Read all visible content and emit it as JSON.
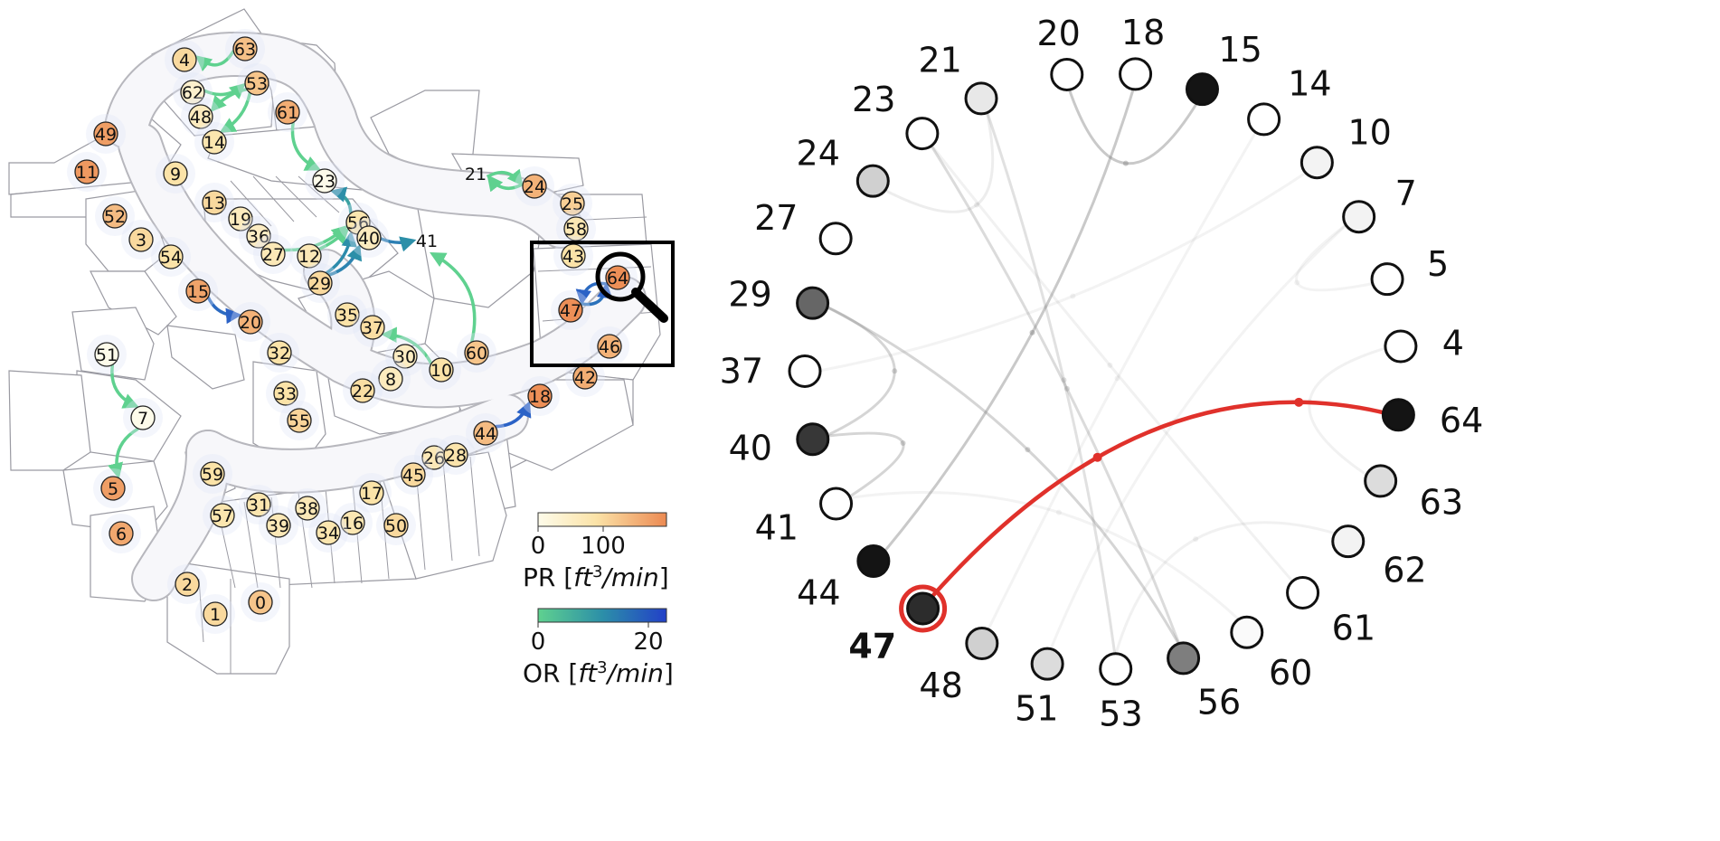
{
  "colors": {
    "flow_green": "#5fd18f",
    "flow_blue": "#2b62c6",
    "highlight_red": "#e0312b",
    "pr_low": "#fdf8d8",
    "pr_high": "#ec8a52"
  },
  "icons": {
    "zoom": "magnifier-icon"
  },
  "map_nodes": [
    {
      "id": "4",
      "pr": 100
    },
    {
      "id": "63",
      "pr": 125
    },
    {
      "id": "62",
      "pr": 40
    },
    {
      "id": "53",
      "pr": 120
    },
    {
      "id": "48",
      "pr": 60
    },
    {
      "id": "14",
      "pr": 80
    },
    {
      "id": "61",
      "pr": 145
    },
    {
      "id": "49",
      "pr": 160
    },
    {
      "id": "11",
      "pr": 165
    },
    {
      "id": "9",
      "pr": 90
    },
    {
      "id": "23",
      "pr": 0
    },
    {
      "id": "21",
      "pr": null
    },
    {
      "id": "24",
      "pr": 140
    },
    {
      "id": "25",
      "pr": 110
    },
    {
      "id": "58",
      "pr": 75
    },
    {
      "id": "43",
      "pr": 90
    },
    {
      "id": "13",
      "pr": 100
    },
    {
      "id": "19",
      "pr": 60
    },
    {
      "id": "36",
      "pr": 55
    },
    {
      "id": "27",
      "pr": 70
    },
    {
      "id": "12",
      "pr": 70
    },
    {
      "id": "56",
      "pr": 80
    },
    {
      "id": "40",
      "pr": 60
    },
    {
      "id": "41",
      "pr": null
    },
    {
      "id": "52",
      "pr": 130
    },
    {
      "id": "3",
      "pr": 100
    },
    {
      "id": "54",
      "pr": 90
    },
    {
      "id": "29",
      "pr": 100
    },
    {
      "id": "64",
      "pr": 175
    },
    {
      "id": "47",
      "pr": 175
    },
    {
      "id": "15",
      "pr": 155
    },
    {
      "id": "20",
      "pr": 140
    },
    {
      "id": "35",
      "pr": 90
    },
    {
      "id": "37",
      "pr": 95
    },
    {
      "id": "46",
      "pr": 140
    },
    {
      "id": "51",
      "pr": 0
    },
    {
      "id": "32",
      "pr": 90
    },
    {
      "id": "30",
      "pr": 55
    },
    {
      "id": "10",
      "pr": 90
    },
    {
      "id": "60",
      "pr": 120
    },
    {
      "id": "8",
      "pr": 60
    },
    {
      "id": "22",
      "pr": 95
    },
    {
      "id": "42",
      "pr": 145
    },
    {
      "id": "33",
      "pr": 90
    },
    {
      "id": "55",
      "pr": 105
    },
    {
      "id": "18",
      "pr": 175
    },
    {
      "id": "7",
      "pr": 0
    },
    {
      "id": "44",
      "pr": 130
    },
    {
      "id": "26",
      "pr": 70
    },
    {
      "id": "28",
      "pr": 85
    },
    {
      "id": "45",
      "pr": 100
    },
    {
      "id": "59",
      "pr": 90
    },
    {
      "id": "17",
      "pr": 90
    },
    {
      "id": "31",
      "pr": 80
    },
    {
      "id": "57",
      "pr": 80
    },
    {
      "id": "38",
      "pr": 70
    },
    {
      "id": "39",
      "pr": 70
    },
    {
      "id": "16",
      "pr": 75
    },
    {
      "id": "34",
      "pr": 80
    },
    {
      "id": "50",
      "pr": 100
    },
    {
      "id": "5",
      "pr": 160
    },
    {
      "id": "6",
      "pr": 150
    },
    {
      "id": "2",
      "pr": 100
    },
    {
      "id": "1",
      "pr": 100
    },
    {
      "id": "0",
      "pr": 120
    }
  ],
  "map_flows": [
    {
      "from": "63",
      "to": "4",
      "or": 0
    },
    {
      "from": "62",
      "to": "53",
      "or": 0
    },
    {
      "from": "53",
      "to": "48",
      "or": 0
    },
    {
      "from": "53",
      "to": "14",
      "or": 0
    },
    {
      "from": "61",
      "to": "23",
      "or": 0
    },
    {
      "from": "56",
      "to": "23",
      "or": 8
    },
    {
      "from": "21",
      "to": "24",
      "or": 0
    },
    {
      "from": "24",
      "to": "21",
      "or": 0
    },
    {
      "from": "12",
      "to": "56",
      "or": 0
    },
    {
      "from": "27",
      "to": "56",
      "or": 0
    },
    {
      "from": "29",
      "to": "56",
      "or": 12
    },
    {
      "from": "29",
      "to": "40",
      "or": 14
    },
    {
      "from": "40",
      "to": "41",
      "or": 15
    },
    {
      "from": "60",
      "to": "41",
      "or": 0
    },
    {
      "from": "64",
      "to": "47",
      "or": 20
    },
    {
      "from": "47",
      "to": "64",
      "or": 18
    },
    {
      "from": "15",
      "to": "20",
      "or": 20
    },
    {
      "from": "10",
      "to": "37",
      "or": 0
    },
    {
      "from": "51",
      "to": "7",
      "or": 0
    },
    {
      "from": "7",
      "to": "5",
      "or": 0
    },
    {
      "from": "44",
      "to": "18",
      "or": 22
    }
  ],
  "legend_pr": {
    "label": "PR [ft3/min]",
    "ticks": [
      "0",
      "100"
    ]
  },
  "legend_or": {
    "label": "OR [ft3/min]",
    "ticks": [
      "0",
      "20"
    ]
  },
  "circle_nodes": [
    {
      "id": "20",
      "shade": 0.0
    },
    {
      "id": "18",
      "shade": 0.0
    },
    {
      "id": "15",
      "shade": 1.0
    },
    {
      "id": "14",
      "shade": 0.0
    },
    {
      "id": "10",
      "shade": 0.05
    },
    {
      "id": "7",
      "shade": 0.05
    },
    {
      "id": "5",
      "shade": 0.0
    },
    {
      "id": "4",
      "shade": 0.0
    },
    {
      "id": "64",
      "shade": 1.0
    },
    {
      "id": "63",
      "shade": 0.15
    },
    {
      "id": "62",
      "shade": 0.05
    },
    {
      "id": "61",
      "shade": 0.0
    },
    {
      "id": "60",
      "shade": 0.02
    },
    {
      "id": "56",
      "shade": 0.55
    },
    {
      "id": "53",
      "shade": 0.0
    },
    {
      "id": "51",
      "shade": 0.15
    },
    {
      "id": "48",
      "shade": 0.2
    },
    {
      "id": "47",
      "shade": 0.9
    },
    {
      "id": "44",
      "shade": 1.0
    },
    {
      "id": "41",
      "shade": 0.0
    },
    {
      "id": "40",
      "shade": 0.85
    },
    {
      "id": "37",
      "shade": 0.0
    },
    {
      "id": "29",
      "shade": 0.65
    },
    {
      "id": "27",
      "shade": 0.0
    },
    {
      "id": "24",
      "shade": 0.2
    },
    {
      "id": "23",
      "shade": 0.0
    },
    {
      "id": "21",
      "shade": 0.1
    }
  ],
  "highlight": {
    "node": "47",
    "partner": "64"
  }
}
